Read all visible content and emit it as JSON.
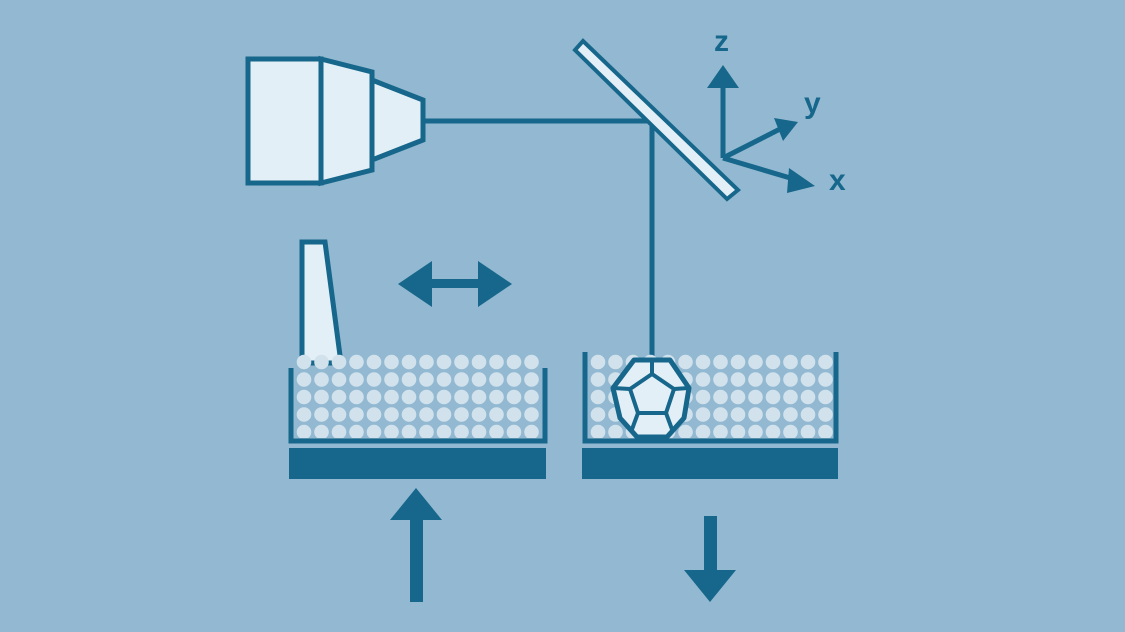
{
  "colors": {
    "background": "#92b9d1",
    "primary": "#16678b",
    "light_fill": "#e3eff6",
    "powder": "#d2e2ed"
  },
  "axes": {
    "z_label": "z",
    "y_label": "y",
    "x_label": "x"
  },
  "icons": {
    "laser": "laser-source-icon",
    "mirror": "scanning-mirror-icon",
    "recoater": "recoater-blade-icon",
    "part": "dodecahedron-part-icon"
  }
}
